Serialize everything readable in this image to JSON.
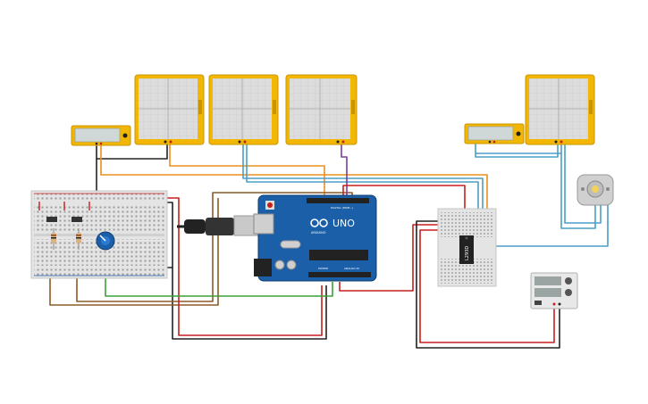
{
  "arduino": {
    "logo_text": "UNO",
    "brand_text": "ARDUINO",
    "power_label": "POWER",
    "analog_label": "ANALOG IN",
    "digital_label": "DIGITAL (PWM~)"
  },
  "ic": {
    "label": "L293D"
  },
  "colors": {
    "wire_black": "#222222",
    "wire_orange": "#e8901c",
    "wire_brown": "#8b5a2b",
    "wire_teal": "#4a9fc7",
    "wire_purple": "#7a3e9d",
    "wire_red": "#c81e1e",
    "wire_green": "#3aa03a",
    "arduino_blue": "#1b5fa8",
    "scope_yellow": "#f2b705",
    "breadboard": "#e4e4e4"
  }
}
